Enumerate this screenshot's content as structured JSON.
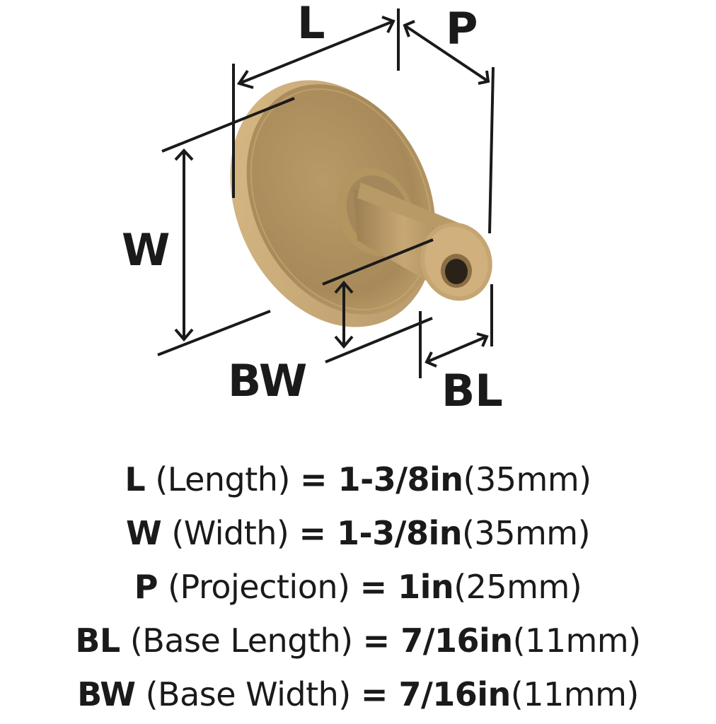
{
  "diagram": {
    "labels": {
      "L": "L",
      "P": "P",
      "W": "W",
      "BW": "BW",
      "BL": "BL"
    },
    "colors": {
      "knob_light": "#d2b27a",
      "knob_mid": "#b89a67",
      "knob_dark": "#8f7448",
      "hole": "#2a2218",
      "lines": "#1a1a1a"
    }
  },
  "specs": [
    {
      "abbr": "L",
      "name": " (Length) ",
      "eq": "= ",
      "imperial": "1-3/8in",
      "metric": "(35mm)"
    },
    {
      "abbr": "W",
      "name": " (Width) ",
      "eq": "= ",
      "imperial": "1-3/8in",
      "metric": "(35mm)"
    },
    {
      "abbr": "P",
      "name": " (Projection) ",
      "eq": "= ",
      "imperial": "1in",
      "metric": "(25mm)"
    },
    {
      "abbr": "BL",
      "name": " (Base Length) ",
      "eq": "= ",
      "imperial": "7/16in",
      "metric": "(11mm)"
    },
    {
      "abbr": "BW",
      "name": " (Base Width) ",
      "eq": "= ",
      "imperial": "7/16in",
      "metric": "(11mm)"
    }
  ]
}
